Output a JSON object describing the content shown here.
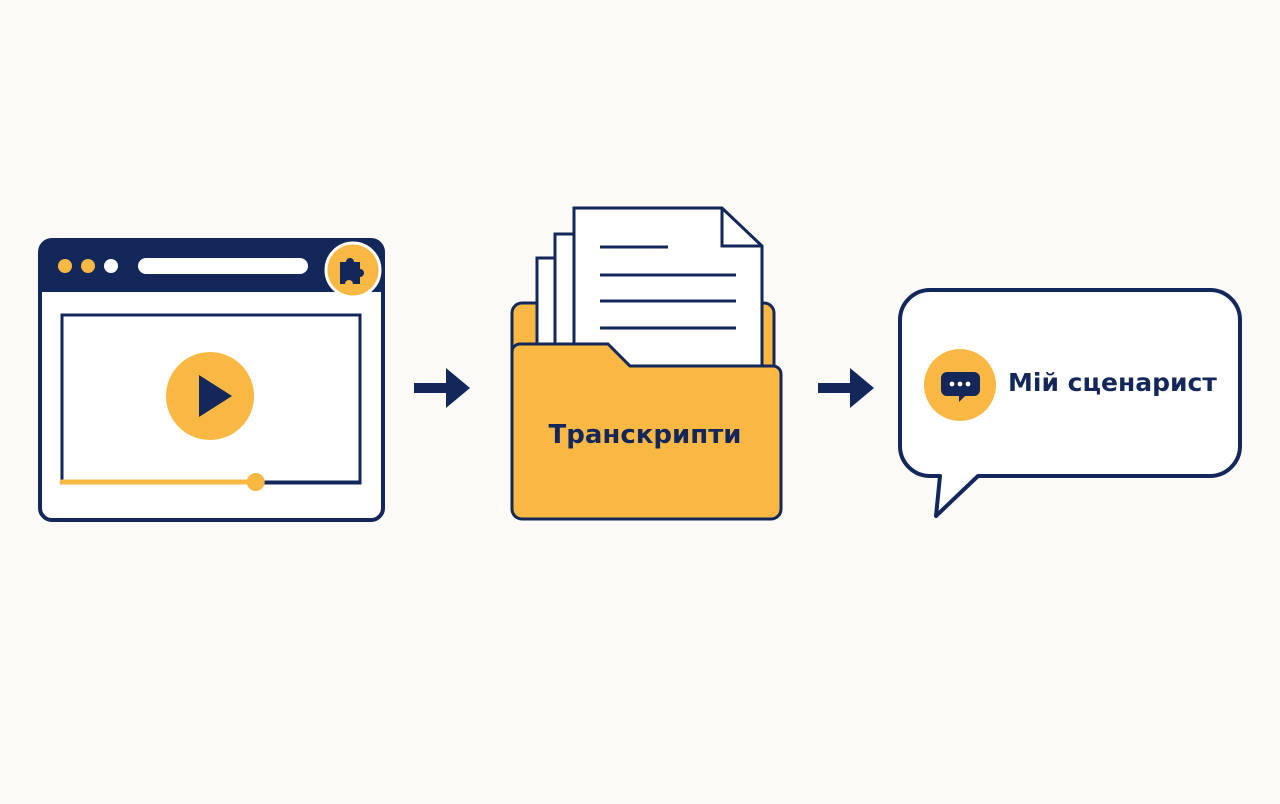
{
  "colors": {
    "navy": "#13275A",
    "amber": "#F8B843",
    "background": "#FBFAF6",
    "white": "#FFFFFF"
  },
  "steps": [
    {
      "id": "browser-video",
      "icons": [
        "puzzle-icon",
        "play-icon"
      ]
    },
    {
      "id": "transcripts-folder",
      "label": "Транскрипти",
      "icons": [
        "document-icon",
        "folder-icon"
      ]
    },
    {
      "id": "my-scenarist-chat",
      "label": "Мій сценарист",
      "icons": [
        "chat-dots-icon"
      ]
    }
  ],
  "video": {
    "progress": 0.65
  }
}
